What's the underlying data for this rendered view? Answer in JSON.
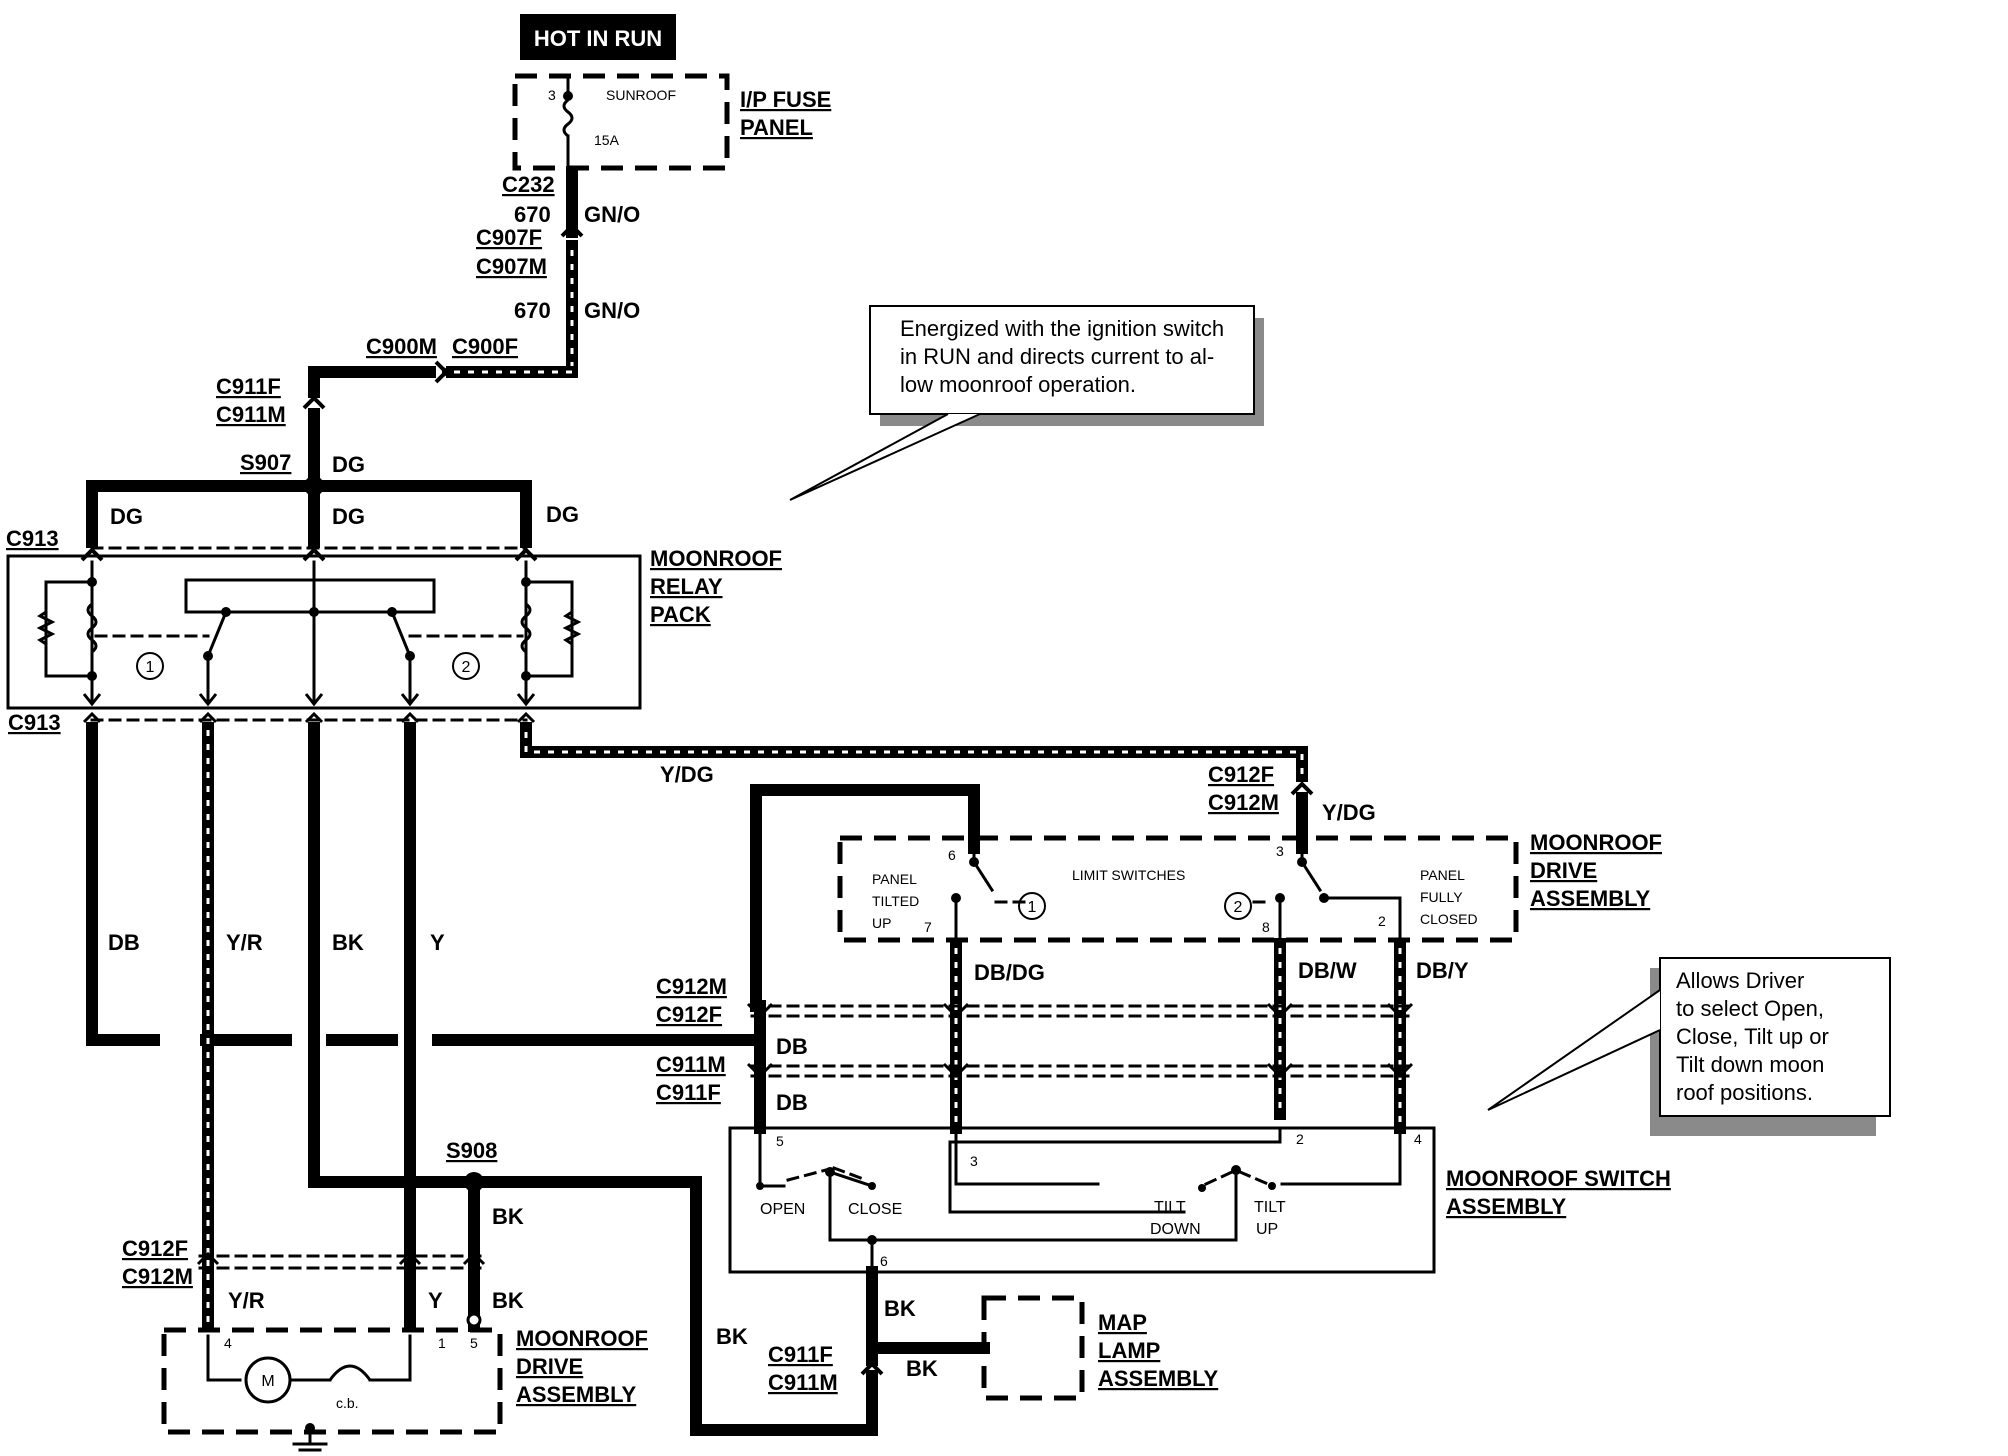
{
  "header": {
    "hot_in_run": "HOT IN RUN"
  },
  "fuse_panel": {
    "label_line1": "I/P FUSE",
    "label_line2": "PANEL",
    "fuse_name": "SUNROOF",
    "fuse_rating": "15A",
    "pin": "3"
  },
  "connectors": {
    "c232": "C232",
    "c907f": "C907F",
    "c907m": "C907M",
    "c900m": "C900M",
    "c900f": "C900F",
    "c911f_top": "C911F",
    "c911m_top": "C911M",
    "s907": "S907",
    "c913_top": "C913",
    "c913_bottom": "C913",
    "c912f_right": "C912F",
    "c912m_right": "C912M",
    "c912m_mid": "C912M",
    "c912f_mid": "C912F",
    "c911m_mid": "C911M",
    "c911f_mid": "C911F",
    "s908": "S908",
    "c912f_left": "C912F",
    "c912m_left": "C912M",
    "c911f_bottom": "C911F",
    "c911m_bottom": "C911M"
  },
  "wires": {
    "circuit_670_a": "670",
    "circuit_670_b": "670",
    "gn_o_a": "GN/O",
    "gn_o_b": "GN/O",
    "dg_s907": "DG",
    "dg_left": "DG",
    "dg_center": "DG",
    "dg_right": "DG",
    "y_dg_horizontal": "Y/DG",
    "y_dg_vertical": "Y/DG",
    "db_left": "DB",
    "y_r_left": "Y/R",
    "bk_left": "BK",
    "y_left": "Y",
    "db_dg": "DB/DG",
    "db_w": "DB/W",
    "db_y": "DB/Y",
    "db_mid_1": "DB",
    "db_mid_2": "DB",
    "bk_s908": "BK",
    "bk_motor": "BK",
    "y_r_motor": "Y/R",
    "y_motor": "Y",
    "bk_long": "BK",
    "bk_switch": "BK",
    "bk_map": "BK"
  },
  "relay_pack": {
    "label_line1": "MOONROOF",
    "label_line2": "RELAY",
    "label_line3": "PACK",
    "relay1": "1",
    "relay2": "2"
  },
  "drive_assembly_top": {
    "label_line1": "MOONROOF",
    "label_line2": "DRIVE",
    "label_line3": "ASSEMBLY",
    "limit_switches": "LIMIT SWITCHES",
    "panel_tilted_1": "PANEL",
    "panel_tilted_2": "TILTED",
    "panel_tilted_3": "UP",
    "panel_closed_1": "PANEL",
    "panel_closed_2": "FULLY",
    "panel_closed_3": "CLOSED",
    "pin6": "6",
    "pin7": "7",
    "pin3": "3",
    "pin8": "8",
    "pin2": "2",
    "switch1": "1",
    "switch2": "2"
  },
  "switch_assembly": {
    "label_line1": "MOONROOF SWITCH",
    "label_line2": "ASSEMBLY",
    "open": "OPEN",
    "close": "CLOSE",
    "tilt_down_1": "TILT",
    "tilt_down_2": "DOWN",
    "tilt_up_1": "TILT",
    "tilt_up_2": "UP",
    "pin5": "5",
    "pin3": "3",
    "pin2": "2",
    "pin4": "4",
    "pin6": "6"
  },
  "drive_assembly_bottom": {
    "label_line1": "MOONROOF",
    "label_line2": "DRIVE",
    "label_line3": "ASSEMBLY",
    "motor": "M",
    "cb": "c.b.",
    "pin4": "4",
    "pin1": "1",
    "pin5": "5"
  },
  "map_lamp": {
    "label_line1": "MAP",
    "label_line2": "LAMP",
    "label_line3": "ASSEMBLY"
  },
  "notes": {
    "relay_note_line1": "Energized with the ignition switch",
    "relay_note_line2": "in  RUN and directs current to al-",
    "relay_note_line3": "low moonroof operation.",
    "switch_note_line1": "Allows  Driver",
    "switch_note_line2": "to  select  Open,",
    "switch_note_line3": "Close,  Tilt  up  or",
    "switch_note_line4": "Tilt  down  moon",
    "switch_note_line5": "roof positions."
  }
}
